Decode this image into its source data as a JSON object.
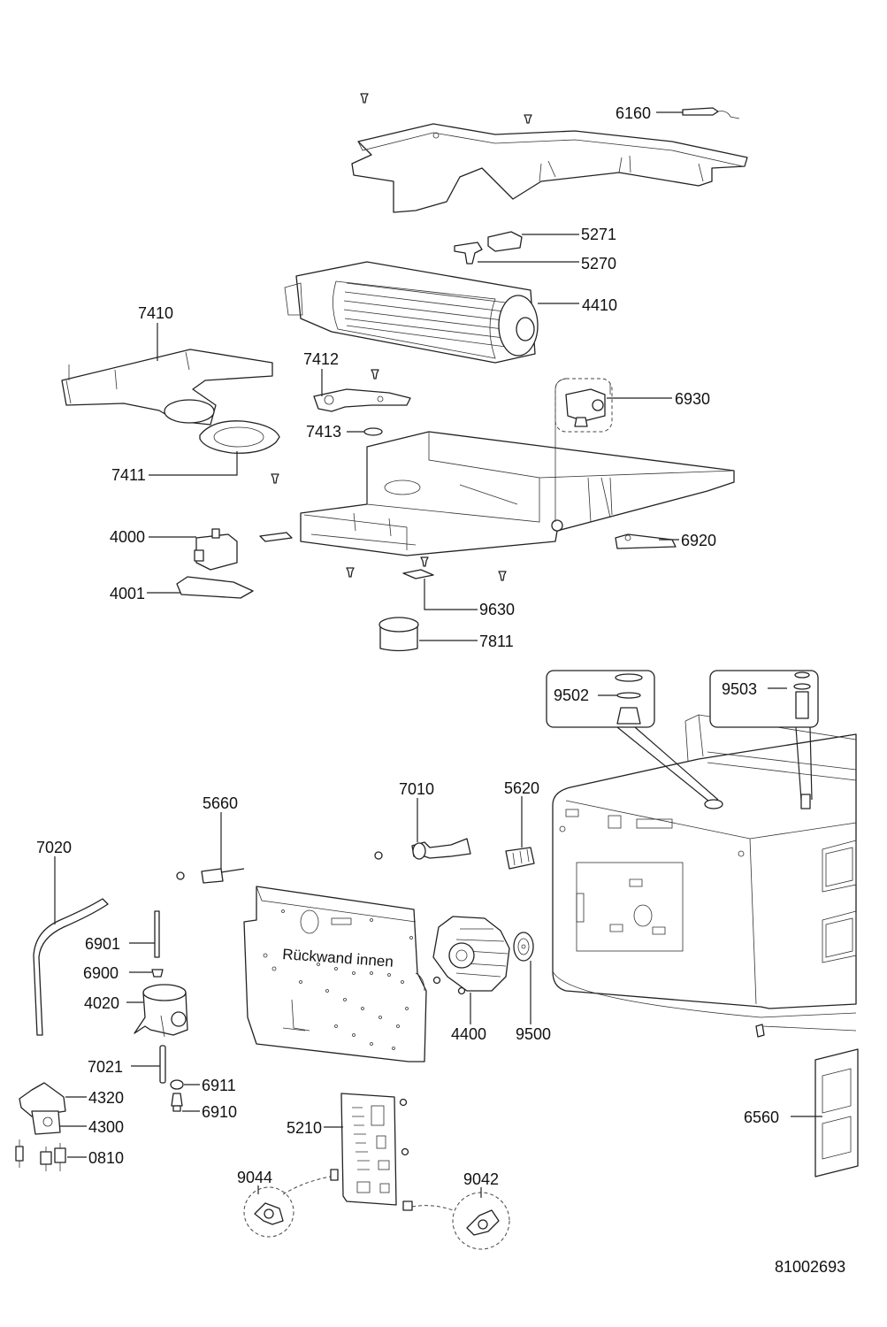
{
  "drawing_number": "81002693",
  "inner_label": "Rückwand innen",
  "parts": {
    "p6160": "6160",
    "p5271": "5271",
    "p5270": "5270",
    "p4410": "4410",
    "p7410": "7410",
    "p7412": "7412",
    "p6930": "6930",
    "p7413": "7413",
    "p7411": "7411",
    "p4000": "4000",
    "p6920": "6920",
    "p4001": "4001",
    "p9630": "9630",
    "p7811": "7811",
    "p9502": "9502",
    "p9503": "9503",
    "p7010": "7010",
    "p5620": "5620",
    "p5660": "5660",
    "p7020": "7020",
    "p6901": "6901",
    "p6900": "6900",
    "p4020": "4020",
    "p4400": "4400",
    "p9500": "9500",
    "p7021": "7021",
    "p6911": "6911",
    "p4320": "4320",
    "p6910": "6910",
    "p4300": "4300",
    "p0810": "0810",
    "p5210": "5210",
    "p6560": "6560",
    "p9044": "9044",
    "p9042": "9042"
  }
}
